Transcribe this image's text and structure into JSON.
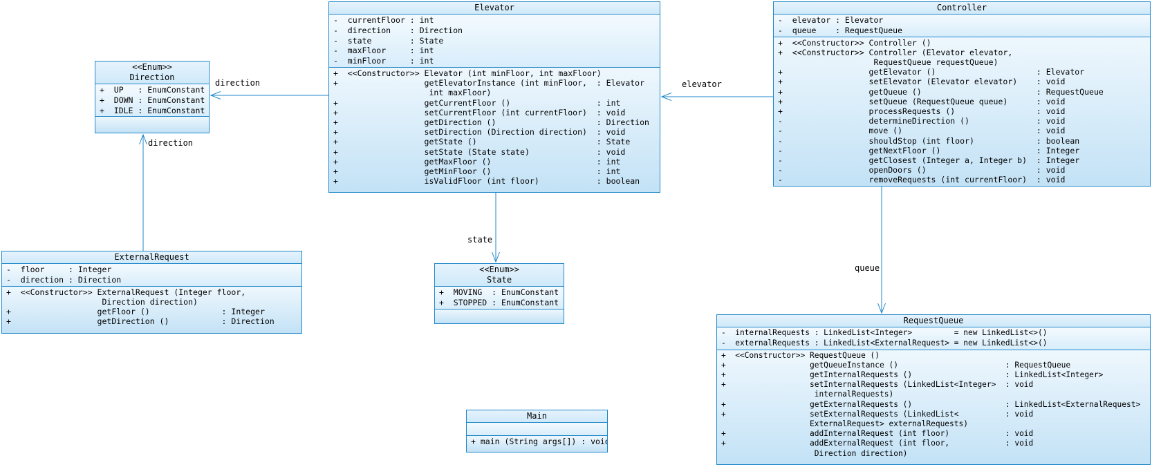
{
  "colors": {
    "accent_border": "#1f87c9",
    "fill_light": "#eef7fd",
    "fill_dark": "#c3e2f6"
  },
  "classes": {
    "elevator": {
      "title": "Elevator",
      "attributes": [
        "-  currentFloor : int",
        "-  direction    : Direction",
        "-  state        : State",
        "-  maxFloor     : int",
        "-  minFloor     : int"
      ],
      "methods": [
        "+  <<Constructor>> Elevator (int minFloor, int maxFloor)",
        "+                  getElevatorInstance (int minFloor,  : Elevator",
        "                    int maxFloor)",
        "+                  getCurrentFloor ()                  : int",
        "+                  setCurrentFloor (int currentFloor)  : void",
        "+                  getDirection ()                     : Direction",
        "+                  setDirection (Direction direction)  : void",
        "+                  getState ()                         : State",
        "+                  setState (State state)              : void",
        "+                  getMaxFloor ()                      : int",
        "+                  getMinFloor ()                      : int",
        "+                  isValidFloor (int floor)            : boolean"
      ]
    },
    "controller": {
      "title": "Controller",
      "attributes": [
        "-  elevator : Elevator",
        "-  queue    : RequestQueue"
      ],
      "methods": [
        "+  <<Constructor>> Controller ()",
        "+  <<Constructor>> Controller (Elevator elevator,",
        "                    RequestQueue requestQueue)",
        "+                  getElevator ()                     : Elevator",
        "+                  setElevator (Elevator elevator)    : void",
        "+                  getQueue ()                        : RequestQueue",
        "+                  setQueue (RequestQueue queue)      : void",
        "+                  processRequests ()                 : void",
        "-                  determineDirection ()              : void",
        "-                  move ()                            : void",
        "-                  shouldStop (int floor)             : boolean",
        "-                  getNextFloor ()                    : Integer",
        "-                  getClosest (Integer a, Integer b)  : Integer",
        "-                  openDoors ()                       : void",
        "-                  removeRequests (int currentFloor)  : void"
      ]
    },
    "direction_enum": {
      "stereotype": "<<Enum>>",
      "title": "Direction",
      "attributes": [
        "+  UP   : EnumConstant",
        "+  DOWN : EnumConstant",
        "+  IDLE : EnumConstant"
      ],
      "methods": []
    },
    "state_enum": {
      "stereotype": "<<Enum>>",
      "title": "State",
      "attributes": [
        "+  MOVING  : EnumConstant",
        "+  STOPPED : EnumConstant"
      ],
      "methods": []
    },
    "external_request": {
      "title": "ExternalRequest",
      "attributes": [
        "-  floor     : Integer",
        "-  direction : Direction"
      ],
      "methods": [
        "+  <<Constructor>> ExternalRequest (Integer floor,",
        "                    Direction direction)",
        "+                  getFloor ()               : Integer",
        "+                  getDirection ()           : Direction"
      ]
    },
    "request_queue": {
      "title": "RequestQueue",
      "attributes": [
        "-  internalRequests : LinkedList<Integer>         = new LinkedList<>()",
        "-  externalRequests : LinkedList<ExternalRequest> = new LinkedList<>()"
      ],
      "methods": [
        "+  <<Constructor>> RequestQueue ()",
        "+                  getQueueInstance ()                       : RequestQueue",
        "+                  getInternalRequests ()                    : LinkedList<Integer>",
        "+                  setInternalRequests (LinkedList<Integer>  : void",
        "                    internalRequests)",
        "+                  getExternalRequests ()                    : LinkedList<ExternalRequest>",
        "+                  setExternalRequests (LinkedList<          : void",
        "                   ExternalRequest> externalRequests)",
        "+                  addInternalRequest (int floor)            : void",
        "+                  addExternalRequest (int floor,            : void",
        "                    Direction direction)"
      ]
    },
    "main": {
      "title": "Main",
      "attributes": [],
      "methods": [
        "+ main (String args[]) : void"
      ]
    }
  },
  "relations": {
    "controller_elevator_label": "elevator",
    "elevator_direction_label": "direction",
    "externalrequest_direction_label": "direction",
    "elevator_state_label": "state",
    "controller_queue_label": "queue"
  }
}
